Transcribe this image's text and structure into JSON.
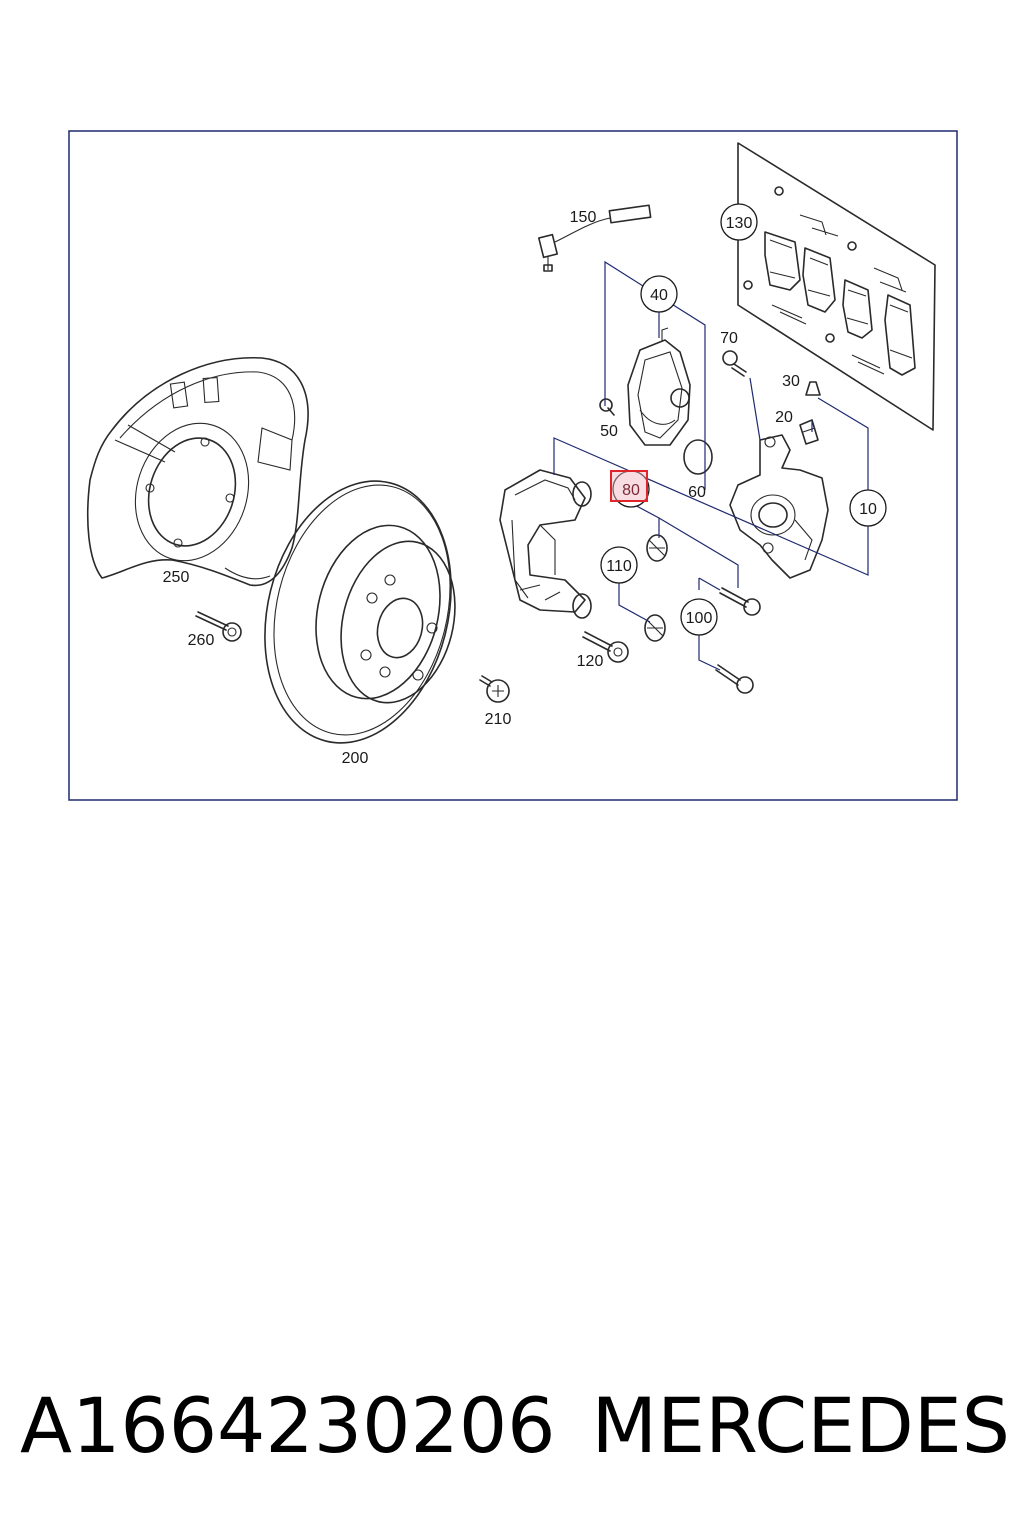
{
  "callouts": {
    "c10": "10",
    "c20": "20",
    "c30": "30",
    "c40": "40",
    "c50": "50",
    "c60": "60",
    "c70": "70",
    "c80": "80",
    "c100": "100",
    "c110": "110",
    "c120": "120",
    "c130": "130",
    "c150": "150",
    "c200": "200",
    "c210": "210",
    "c250": "250",
    "c260": "260"
  },
  "highlight": {
    "callout": "80",
    "color": "#e0242c"
  },
  "caption": {
    "part_number": "A1664230206",
    "brand": "MERCEDES"
  },
  "colors": {
    "frame": "#1f2a6e",
    "leader": "#1f2a6e",
    "drawing": "#2a2a2a"
  }
}
